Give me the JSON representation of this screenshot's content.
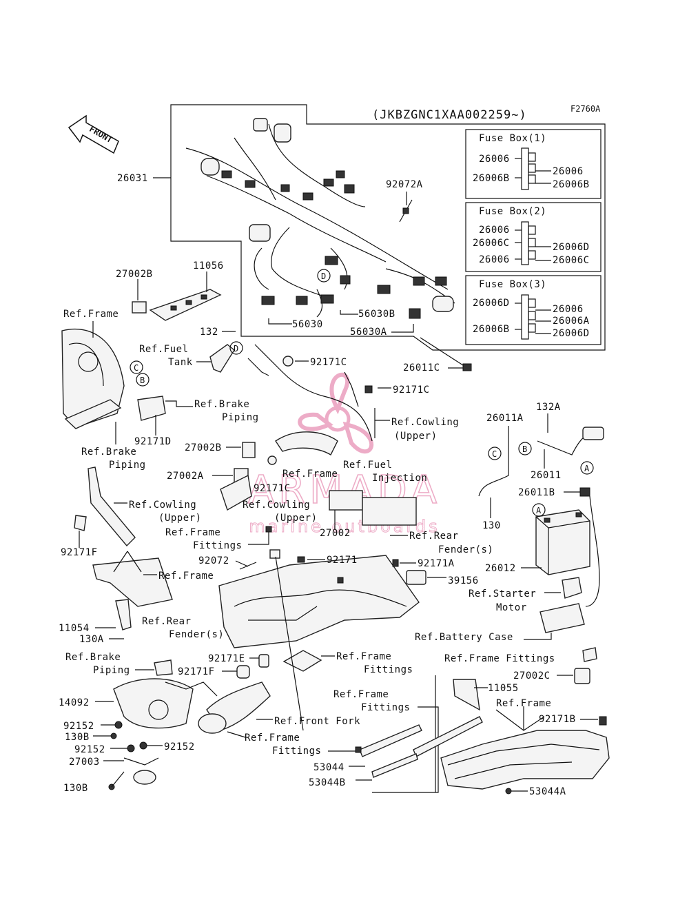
{
  "header": {
    "serial_range": "(JKBZGNC1XAA002259~)",
    "figure_code": "F2760A",
    "front_label": "FRONT"
  },
  "fuse_boxes": [
    {
      "title": "Fuse Box(1)",
      "parts": [
        "26006",
        "26006B",
        "26006",
        "26006B"
      ]
    },
    {
      "title": "Fuse Box(2)",
      "parts": [
        "26006",
        "26006C",
        "26006",
        "26006D",
        "26006C"
      ]
    },
    {
      "title": "Fuse Box(3)",
      "parts": [
        "26006D",
        "26006B",
        "26006",
        "26006A",
        "26006D"
      ]
    }
  ],
  "callouts": [
    "A",
    "B",
    "C",
    "D"
  ],
  "part_numbers": {
    "p26031": "26031",
    "p92072A": "92072A",
    "p27002B_top": "27002B",
    "p11056": "11056",
    "p132": "132",
    "p56030": "56030",
    "p56030B": "56030B",
    "p56030A": "56030A",
    "p92171C_1": "92171C",
    "p92171C_2": "92171C",
    "p26011C": "26011C",
    "p92171D": "92171D",
    "p27002B": "27002B",
    "p27002A": "27002A",
    "p92171C_3": "92171C",
    "p26011A": "26011A",
    "p132A": "132A",
    "p26011": "26011",
    "p26011B": "26011B",
    "p130": "130",
    "p26012": "26012",
    "p92171F": "92171F",
    "p27002": "27002",
    "p92072": "92072",
    "p92171": "92171",
    "p92171A": "92171A",
    "p39156": "39156",
    "p11054": "11054",
    "p130A": "130A",
    "p92171E": "92171E",
    "p92171F_2": "92171F",
    "p27002C": "27002C",
    "p11055": "11055",
    "p14092": "14092",
    "p92152_1": "92152",
    "p130B_1": "130B",
    "p92152_2": "92152",
    "p92152_3": "92152",
    "p27003": "27003",
    "p130B_2": "130B",
    "p92171B": "92171B",
    "p53044": "53044",
    "p53044B": "53044B",
    "p53044A": "53044A"
  },
  "references": {
    "ref_frame_1": "Ref.Frame",
    "ref_fuel_tank_1": "Ref.Fuel",
    "ref_fuel_tank_2": "Tank",
    "ref_brake_piping_a1": "Ref.Brake",
    "ref_brake_piping_a2": "Piping",
    "ref_brake_piping_b1": "Ref.Brake",
    "ref_brake_piping_b2": "Piping",
    "ref_cowling_upper_a1": "Ref.Cowling",
    "ref_cowling_upper_a2": "(Upper)",
    "ref_frame_2": "Ref.Frame",
    "ref_fuel_injection_1": "Ref.Fuel",
    "ref_fuel_injection_2": "Injection",
    "ref_cowling_upper_b1": "Ref.Cowling",
    "ref_cowling_upper_b2": "(Upper)",
    "ref_cowling_upper_c1": "Ref.Cowling",
    "ref_cowling_upper_c2": "(Upper)",
    "ref_frame_fittings_a1": "Ref.Frame",
    "ref_frame_fittings_a2": "Fittings",
    "ref_rear_fender_a1": "Ref.Rear",
    "ref_rear_fender_a2": "Fender(s)",
    "ref_frame_3": "Ref.Frame",
    "ref_rear_fender_b1": "Ref.Rear",
    "ref_rear_fender_b2": "Fender(s)",
    "ref_starter_motor_1": "Ref.Starter",
    "ref_starter_motor_2": "Motor",
    "ref_battery_case": "Ref.Battery Case",
    "ref_frame_fittings_b": "Ref.Frame Fittings",
    "ref_brake_piping_c1": "Ref.Brake",
    "ref_brake_piping_c2": "Piping",
    "ref_frame_fittings_c1": "Ref.Frame",
    "ref_frame_fittings_c2": "Fittings",
    "ref_frame_fittings_d1": "Ref.Frame",
    "ref_frame_fittings_d2": "Fittings",
    "ref_frame_4": "Ref.Frame",
    "ref_front_fork": "Ref.Front Fork",
    "ref_frame_fittings_e1": "Ref.Frame",
    "ref_frame_fittings_e2": "Fittings"
  },
  "watermark": {
    "brand": "ARMADA",
    "tagline": "marine outboards",
    "color": "#e06a9a"
  }
}
